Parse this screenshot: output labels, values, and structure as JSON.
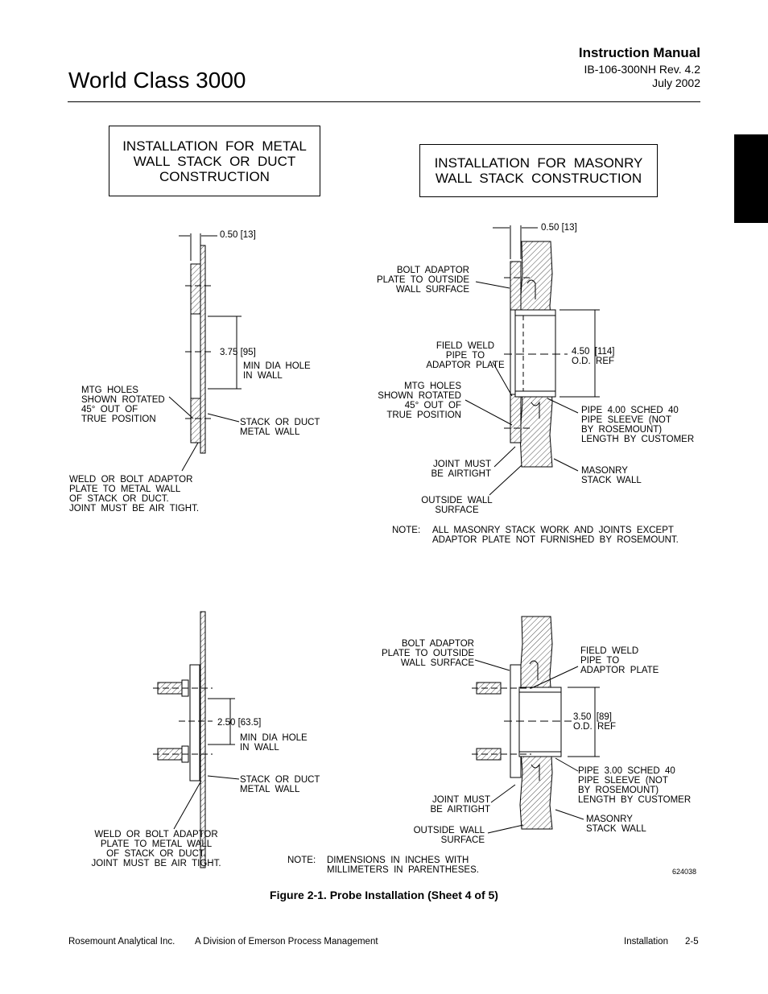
{
  "header": {
    "brand": "World Class 3000",
    "manual": "Instruction Manual",
    "doc_number": "IB-106-300NH Rev. 4.2",
    "date": "July 2002"
  },
  "titles": {
    "metal": "INSTALLATION  FOR  METAL\nWALL  STACK  OR  DUCT\nCONSTRUCTION",
    "masonry": "INSTALLATION  FOR  MASONRY\nWALL  STACK  CONSTRUCTION"
  },
  "tl": {
    "dim_top": "0.50 [13]",
    "dim_hole": "3.75 [95]",
    "min_dia": "MIN  DIA  HOLE\nIN  WALL",
    "mtg_holes": "MTG  HOLES\nSHOWN  ROTATED\n45°  OUT  OF\nTRUE  POSITION",
    "stack_wall": "STACK  OR  DUCT\nMETAL  WALL",
    "weld": "WELD  OR  BOLT  ADAPTOR\nPLATE  TO  METAL  WALL\nOF  STACK  OR  DUCT.\nJOINT  MUST  BE  AIR  TIGHT."
  },
  "tr": {
    "dim_top": "0.50 [13]",
    "bolt": "BOLT  ADAPTOR\nPLATE  TO  OUTSIDE\nWALL  SURFACE",
    "field_weld": "FIELD  WELD\nPIPE  TO\nADAPTOR  PLATE",
    "mtg_holes": "MTG  HOLES\nSHOWN  ROTATED\n45°  OUT  OF\nTRUE  POSITION",
    "dim_pipe": "4.50  [114]\nO.D.  REF",
    "pipe": "PIPE  4.00  SCHED  40\nPIPE  SLEEVE  (NOT\nBY  ROSEMOUNT)\nLENGTH  BY  CUSTOMER",
    "joint": "JOINT  MUST\nBE  AIRTIGHT",
    "masonry": "MASONRY\nSTACK  WALL",
    "outside": "OUTSIDE  WALL\nSURFACE",
    "note_label": "NOTE:",
    "note_text": "ALL  MASONRY  STACK  WORK  AND  JOINTS  EXCEPT\nADAPTOR  PLATE  NOT  FURNISHED  BY  ROSEMOUNT."
  },
  "bl": {
    "dim_hole": "2.50 [63.5]",
    "min_dia": "MIN  DIA  HOLE\nIN  WALL",
    "stack_wall": "STACK  OR  DUCT\nMETAL  WALL",
    "weld": "WELD  OR  BOLT  ADAPTOR\nPLATE  TO  METAL  WALL\nOF  STACK  OR  DUCT.\nJOINT  MUST  BE  AIR  TIGHT."
  },
  "br": {
    "bolt": "BOLT  ADAPTOR\nPLATE  TO  OUTSIDE\nWALL  SURFACE",
    "field_weld": "FIELD  WELD\nPIPE  TO\nADAPTOR  PLATE",
    "dim_pipe": "3.50  [89]\nO.D.  REF",
    "pipe": "PIPE  3.00  SCHED  40\nPIPE  SLEEVE  (NOT\nBY  ROSEMOUNT)\nLENGTH  BY  CUSTOMER",
    "joint": "JOINT  MUST\nBE  AIRTIGHT",
    "masonry": "MASONRY\nSTACK  WALL",
    "outside": "OUTSIDE  WALL\nSURFACE"
  },
  "notes": {
    "label": "NOTE:",
    "text": "DIMENSIONS  IN  INCHES  WITH\nMILLIMETERS  IN  PARENTHESES.",
    "drawing_no": "624038"
  },
  "caption": "Figure 2-1.  Probe Installation (Sheet 4 of 5)",
  "footer": {
    "company": "Rosemount Analytical Inc.",
    "division": "A Division of Emerson Process Management",
    "section": "Installation",
    "page": "2-5"
  }
}
